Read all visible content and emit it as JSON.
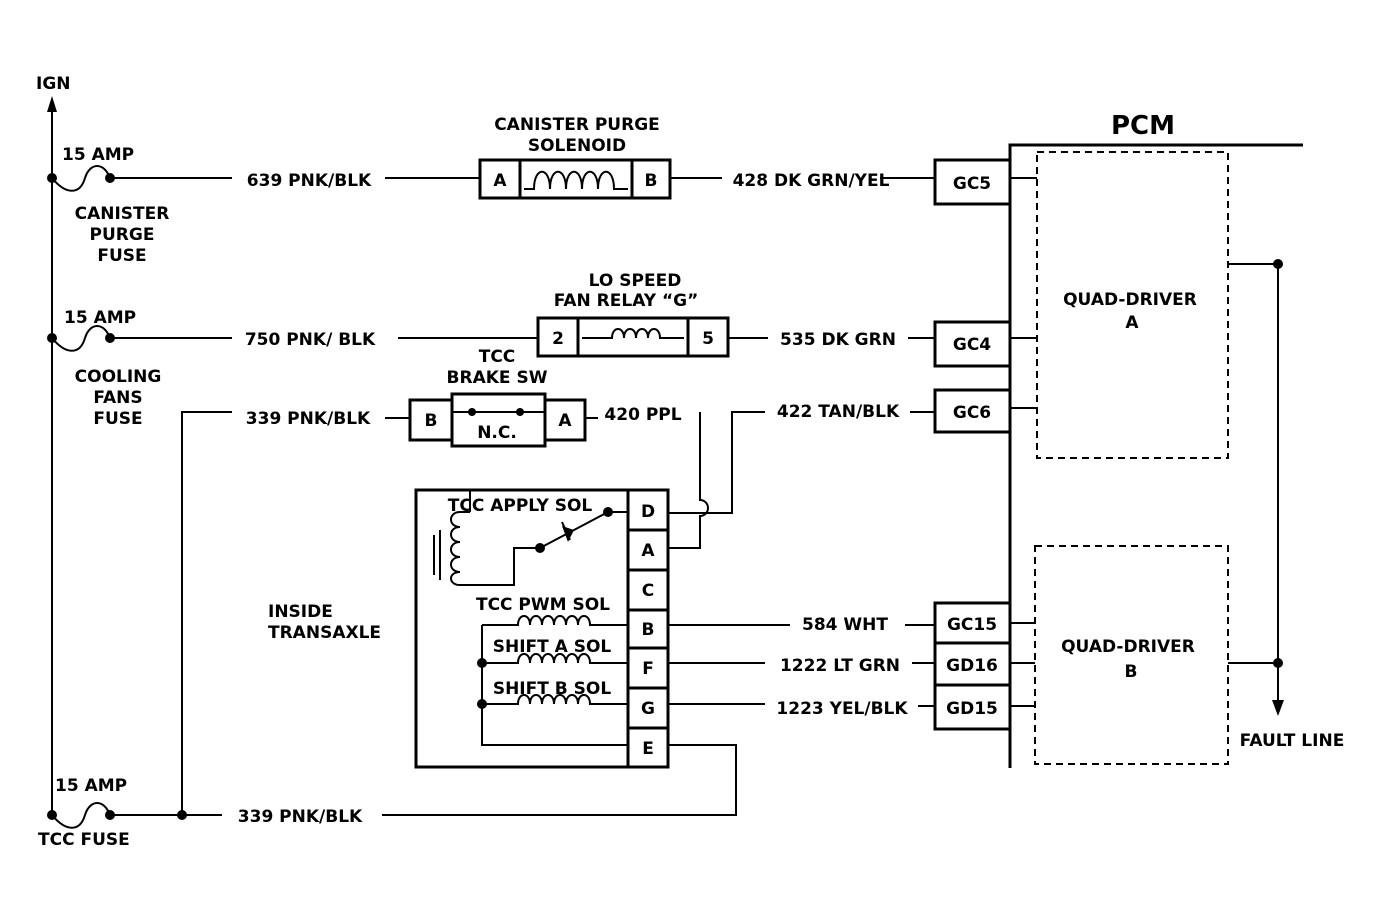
{
  "ign_label": "IGN",
  "pcm_label": "PCM",
  "fuses": {
    "canister": {
      "amp": "15 AMP",
      "name_lines": [
        "CANISTER",
        "PURGE",
        "FUSE"
      ]
    },
    "cooling": {
      "amp": "15 AMP",
      "name_lines": [
        "COOLING",
        "FANS",
        "FUSE"
      ]
    },
    "tcc": {
      "amp": "15 AMP",
      "name": "TCC FUSE"
    }
  },
  "components": {
    "canister_solenoid": {
      "title_lines": [
        "CANISTER PURGE",
        "SOLENOID"
      ],
      "pin_a": "A",
      "pin_b": "B"
    },
    "fan_relay": {
      "title_lines": [
        "LO SPEED",
        "FAN RELAY “G”"
      ],
      "pin_a": "2",
      "pin_b": "5"
    },
    "brake_switch": {
      "title_lines": [
        "TCC",
        "BRAKE SW"
      ],
      "pin_a": "B",
      "pin_b": "A",
      "state": "N.C."
    }
  },
  "wires": {
    "w639": "639 PNK/BLK",
    "w428": "428 DK GRN/YEL",
    "w750": "750 PNK/ BLK",
    "w535": "535 DK GRN",
    "w339a": "339 PNK/BLK",
    "w420": "420 PPL",
    "w422": "422  TAN/BLK",
    "w584": "584 WHT",
    "w1222": "1222 LT GRN",
    "w1223": "1223 YEL/BLK",
    "w339b": "339 PNK/BLK"
  },
  "pcm_pins": {
    "gc5": "GC5",
    "gc4": "GC4",
    "gc6": "GC6",
    "gc15": "GC15",
    "gd16": "GD16",
    "gd15": "GD15"
  },
  "transaxle": {
    "label_lines": [
      "INSIDE",
      "TRANSAXLE"
    ],
    "apply_sol": "TCC APPLY SOL",
    "pwm_sol": "TCC PWM SOL",
    "shift_a": "SHIFT A SOL",
    "shift_b": "SHIFT B SOL",
    "pins": [
      "D",
      "A",
      "C",
      "B",
      "F",
      "G",
      "E"
    ]
  },
  "quad_drivers": {
    "a_lines": [
      "QUAD-DRIVER",
      "A"
    ],
    "b_lines": [
      "QUAD-DRIVER",
      "B"
    ]
  },
  "fault_line": "FAULT LINE"
}
